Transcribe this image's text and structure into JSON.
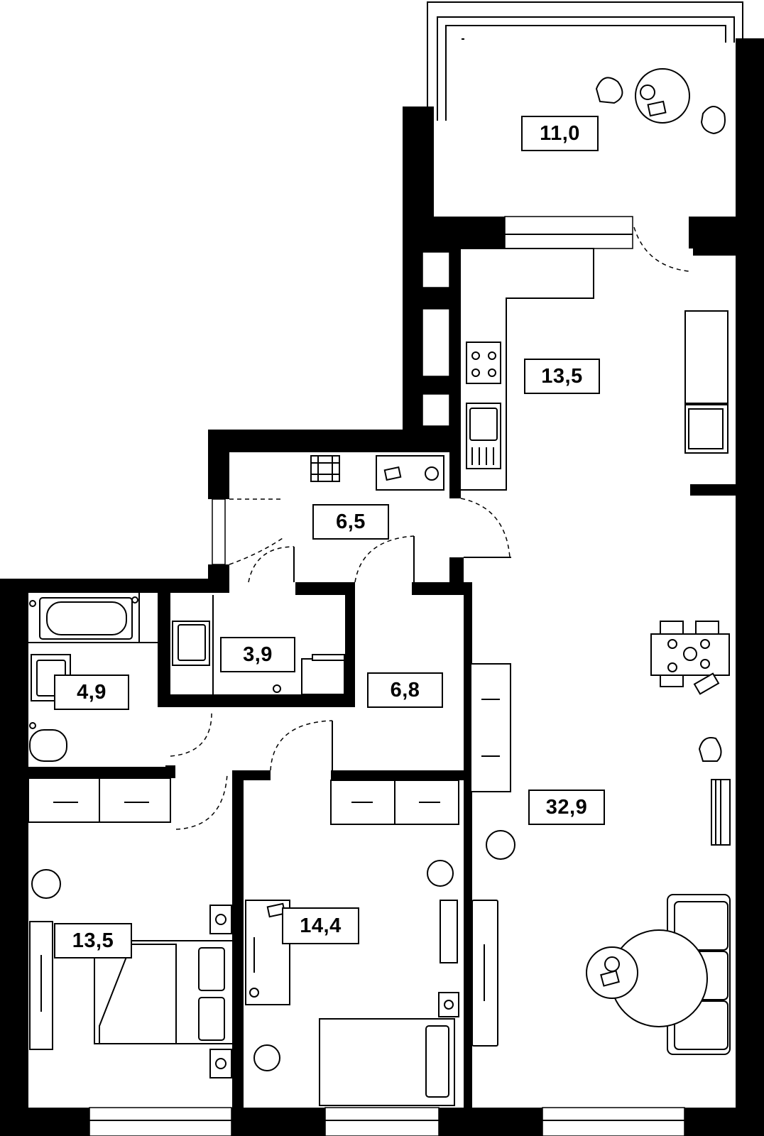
{
  "floor_plan": {
    "rooms": [
      {
        "id": "balcony",
        "area": "11,0"
      },
      {
        "id": "kitchen",
        "area": "13,5"
      },
      {
        "id": "hallway",
        "area": "6,5"
      },
      {
        "id": "wc",
        "area": "3,9"
      },
      {
        "id": "bathroom",
        "area": "4,9"
      },
      {
        "id": "corridor",
        "area": "6,8"
      },
      {
        "id": "living-room",
        "area": "32,9"
      },
      {
        "id": "bedroom",
        "area": "13,5"
      },
      {
        "id": "kids-room",
        "area": "14,4"
      }
    ]
  }
}
